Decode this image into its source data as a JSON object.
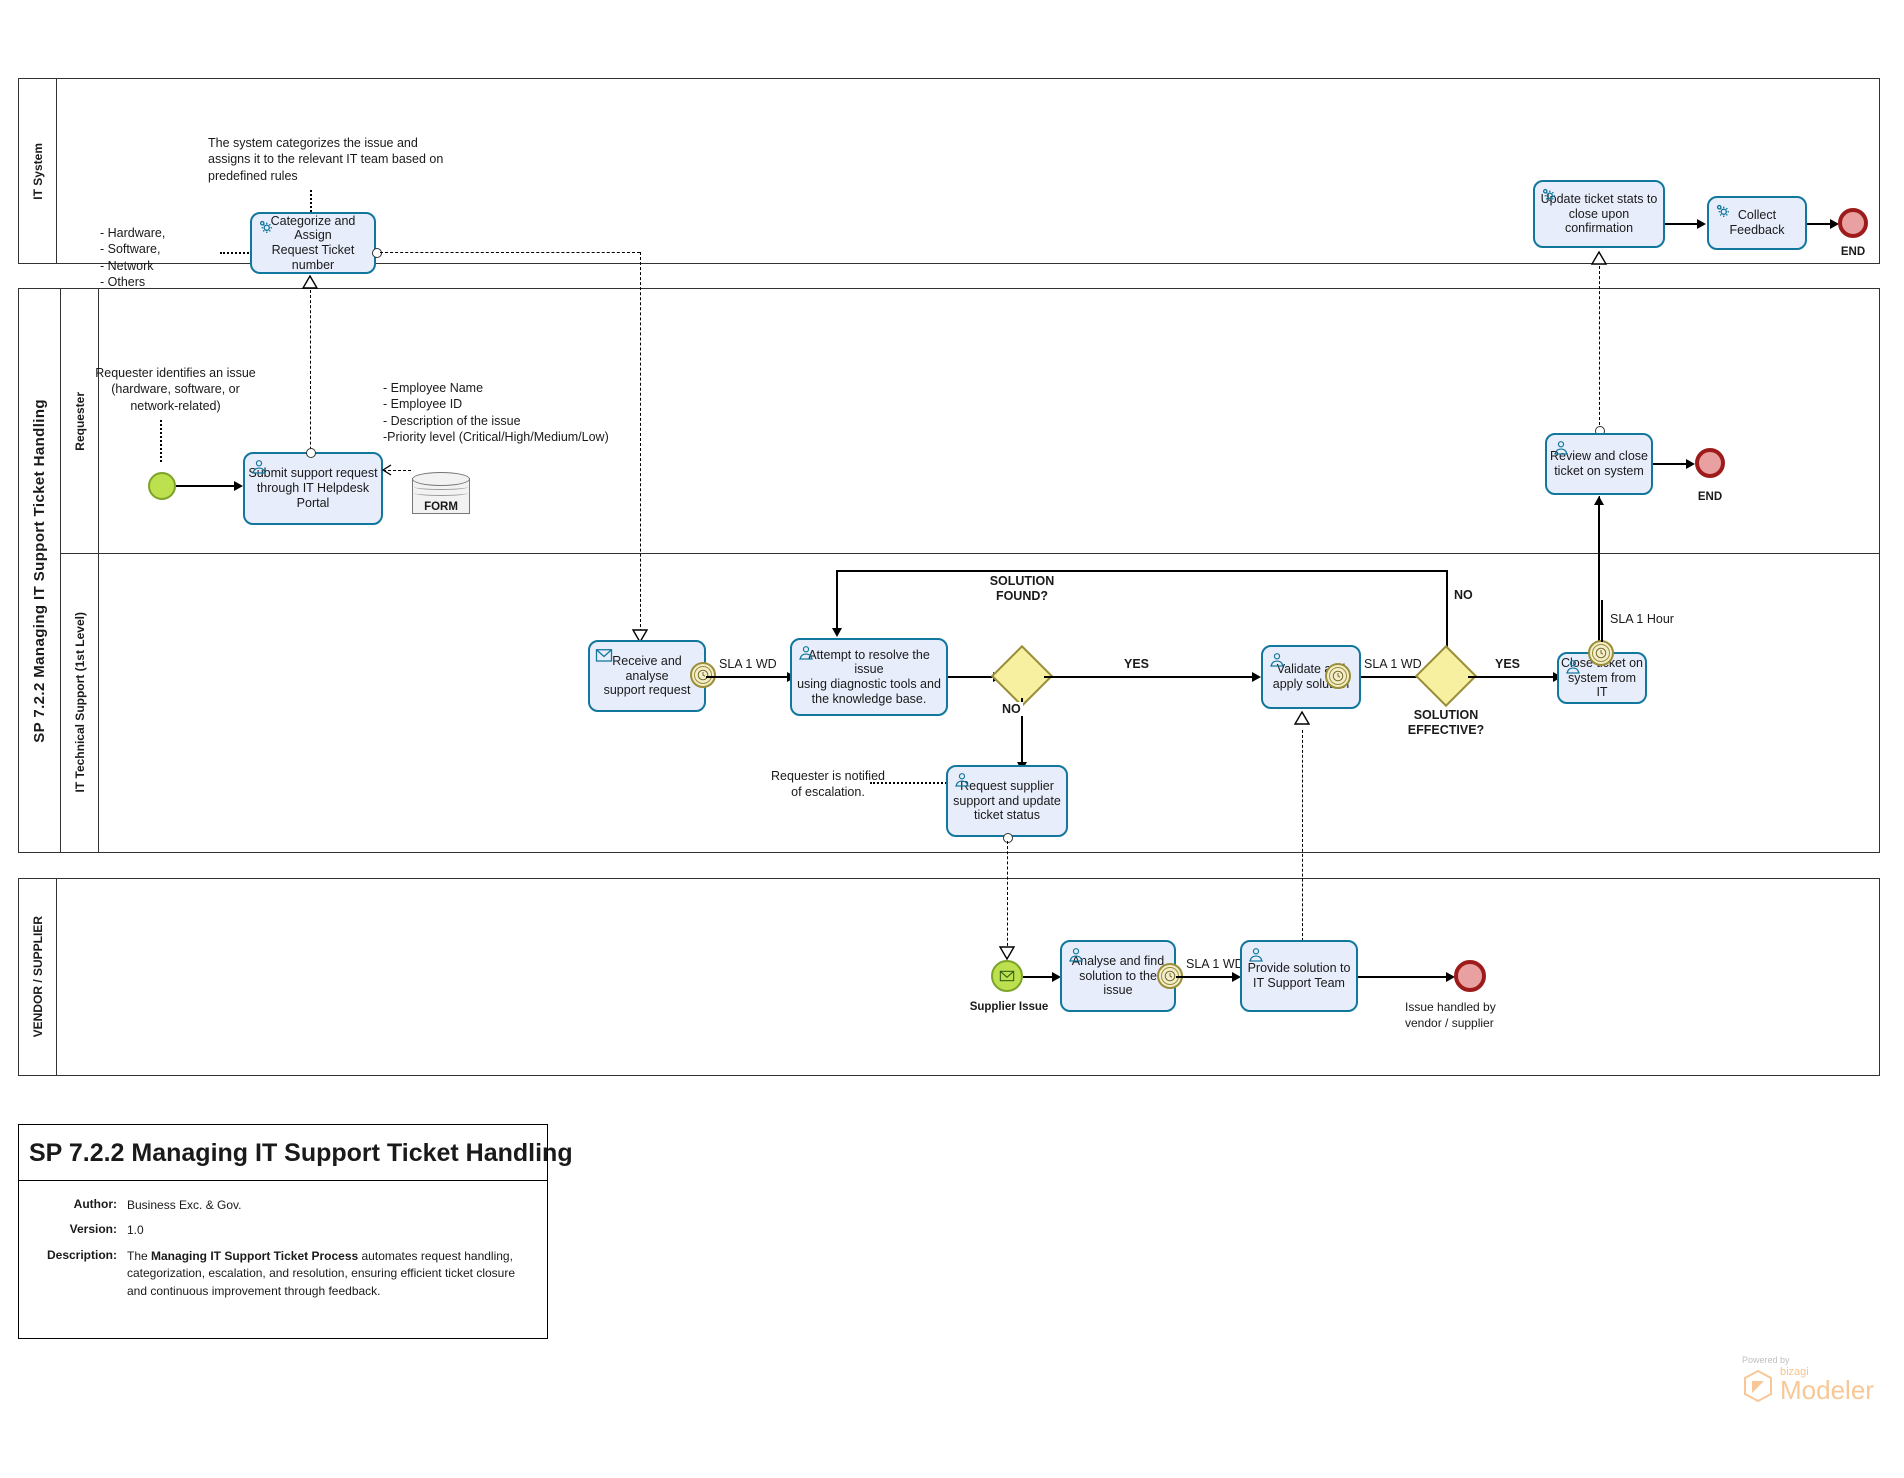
{
  "diagram": {
    "pool_title": "SP 7.2.2 Managing IT Support Ticket Handling",
    "lanes": [
      {
        "name": "IT System"
      },
      {
        "name": "Requester"
      },
      {
        "name": "IT Technical Support (1st Level)"
      },
      {
        "name": "VENDOR / SUPPLIER"
      }
    ]
  },
  "it_system": {
    "annotation_rules": "The system categorizes the issue and\nassigns it to the relevant IT team based on\npredefined rules",
    "annotation_categories": "- Hardware,\n- Software,\n- Network\n- Others",
    "task_categorize": "Categorize and Assign\nRequest Ticket number",
    "task_update": "Update ticket stats to\nclose upon confirmation",
    "task_feedback": "Collect Feedback",
    "end_label": "END"
  },
  "requester": {
    "annotation_identify": "Requester identifies an issue\n(hardware, software, or\nnetwork-related)",
    "annotation_fields": "- Employee Name\n- Employee ID\n- Description of the issue\n-Priority level (Critical/High/Medium/Low)",
    "task_submit": "Submit support request\nthrough IT Helpdesk Portal",
    "datastore_label": "FORM",
    "task_review": "Review and close\nticket on system",
    "end_label": "END"
  },
  "it_support": {
    "task_receive": "Receive and analyse\nsupport request",
    "flow_sla_1": "SLA 1 WD",
    "task_attempt": "Attempt to resolve the issue\nusing diagnostic tools and\nthe knowledge base.",
    "gateway_solution_found": "SOLUTION\nFOUND?",
    "gw1_yes": "YES",
    "gw1_no": "NO",
    "annotation_escalation": "Requester is notified\nof escalation.",
    "task_request_supplier": "Request supplier\nsupport and update\nticket status",
    "task_validate": "Validate and\napply solution",
    "flow_sla_2": "SLA 1 WD",
    "gateway_solution_effective": "SOLUTION\nEFFECTIVE?",
    "gw2_yes": "YES",
    "gw2_no": "NO",
    "task_close": "Close ticket on\nsystem from IT",
    "boundary_sla_hour": "SLA 1 Hour"
  },
  "vendor": {
    "start_event_label": "Supplier Issue",
    "task_analyse": "Analyse and find\nsolution to the issue",
    "flow_sla": "SLA 1 WD",
    "task_provide": "Provide solution to\nIT Support Team",
    "end_label": "Issue handled by\nvendor / supplier"
  },
  "info": {
    "title": "SP 7.2.2 Managing IT Support Ticket Handling",
    "author_label": "Author:",
    "author_value": "Business Exc. & Gov.",
    "version_label": "Version:",
    "version_value": "1.0",
    "description_label": "Description:",
    "description_pre": "The ",
    "description_bold": "Managing IT Support Ticket Process",
    "description_post": " automates request handling, categorization, escalation, and resolution, ensuring efficient ticket closure and continuous improvement through feedback."
  },
  "logo": {
    "powered_by": "Powered by",
    "brand_small": "bizagi",
    "brand_large": "Modeler"
  },
  "colors": {
    "task_border": "#11779c",
    "task_fill": "#e8edfb",
    "gateway_fill": "#f6f0a0",
    "gateway_border": "#9a8e3a",
    "start_fill": "#bde04e",
    "end_fill": "#e8a0a0",
    "end_border": "#9e1b1b"
  }
}
